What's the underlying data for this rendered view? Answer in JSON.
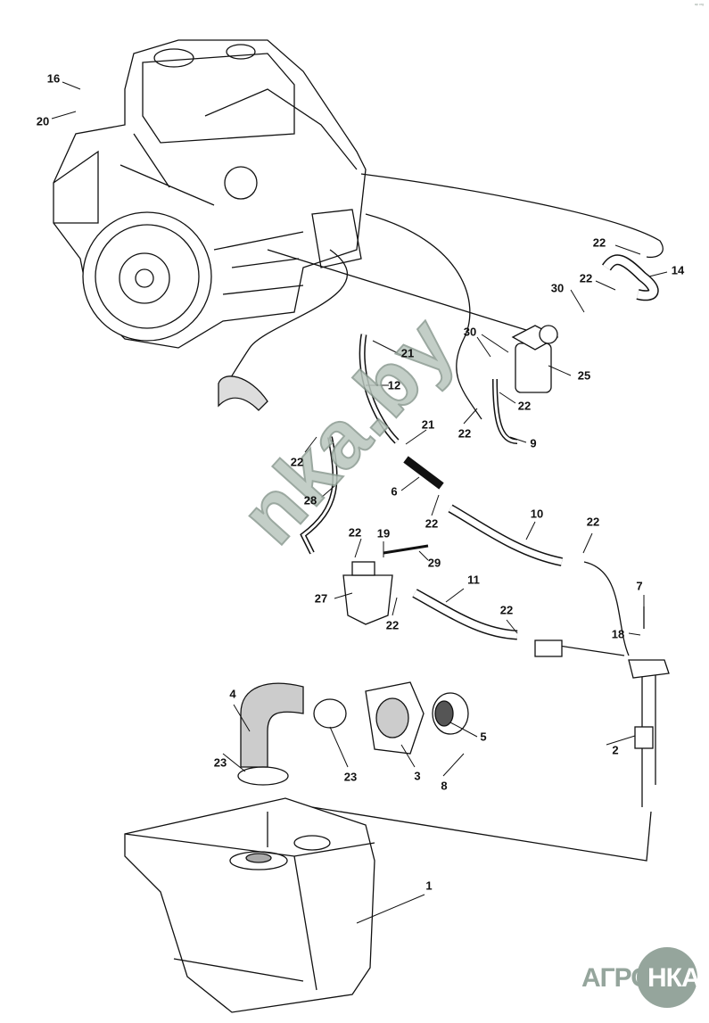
{
  "diagram": {
    "title_hidden": "",
    "corner_mark": "ᵃᵖ ᵒʳᵍ",
    "watermark": "nka.by",
    "logo": {
      "left": "АГРО",
      "right": "НКА"
    },
    "callouts": [
      {
        "id": "c16",
        "text": "16"
      },
      {
        "id": "c20",
        "text": "20"
      },
      {
        "id": "c22a",
        "text": "22"
      },
      {
        "id": "c14",
        "text": "14"
      },
      {
        "id": "c22b",
        "text": "22"
      },
      {
        "id": "c30a",
        "text": "30"
      },
      {
        "id": "c30b",
        "text": "30"
      },
      {
        "id": "c25",
        "text": "25"
      },
      {
        "id": "c21a",
        "text": "21"
      },
      {
        "id": "c12",
        "text": "12"
      },
      {
        "id": "c22c",
        "text": "22"
      },
      {
        "id": "c22d",
        "text": "22"
      },
      {
        "id": "c9",
        "text": "9"
      },
      {
        "id": "c21b",
        "text": "21"
      },
      {
        "id": "c22e",
        "text": "22"
      },
      {
        "id": "c6",
        "text": "6"
      },
      {
        "id": "c22f",
        "text": "22"
      },
      {
        "id": "c28",
        "text": "28"
      },
      {
        "id": "c10",
        "text": "10"
      },
      {
        "id": "c22g",
        "text": "22"
      },
      {
        "id": "c22h",
        "text": "22"
      },
      {
        "id": "c19",
        "text": "19"
      },
      {
        "id": "c29",
        "text": "29"
      },
      {
        "id": "c11",
        "text": "11"
      },
      {
        "id": "c7",
        "text": "7"
      },
      {
        "id": "c27",
        "text": "27"
      },
      {
        "id": "c22i",
        "text": "22"
      },
      {
        "id": "c22j",
        "text": "22"
      },
      {
        "id": "c18",
        "text": "18"
      },
      {
        "id": "c4",
        "text": "4"
      },
      {
        "id": "c5",
        "text": "5"
      },
      {
        "id": "c2",
        "text": "2"
      },
      {
        "id": "c3",
        "text": "3"
      },
      {
        "id": "c23a",
        "text": "23"
      },
      {
        "id": "c23b",
        "text": "23"
      },
      {
        "id": "c8",
        "text": "8"
      },
      {
        "id": "c1",
        "text": "1"
      }
    ]
  }
}
